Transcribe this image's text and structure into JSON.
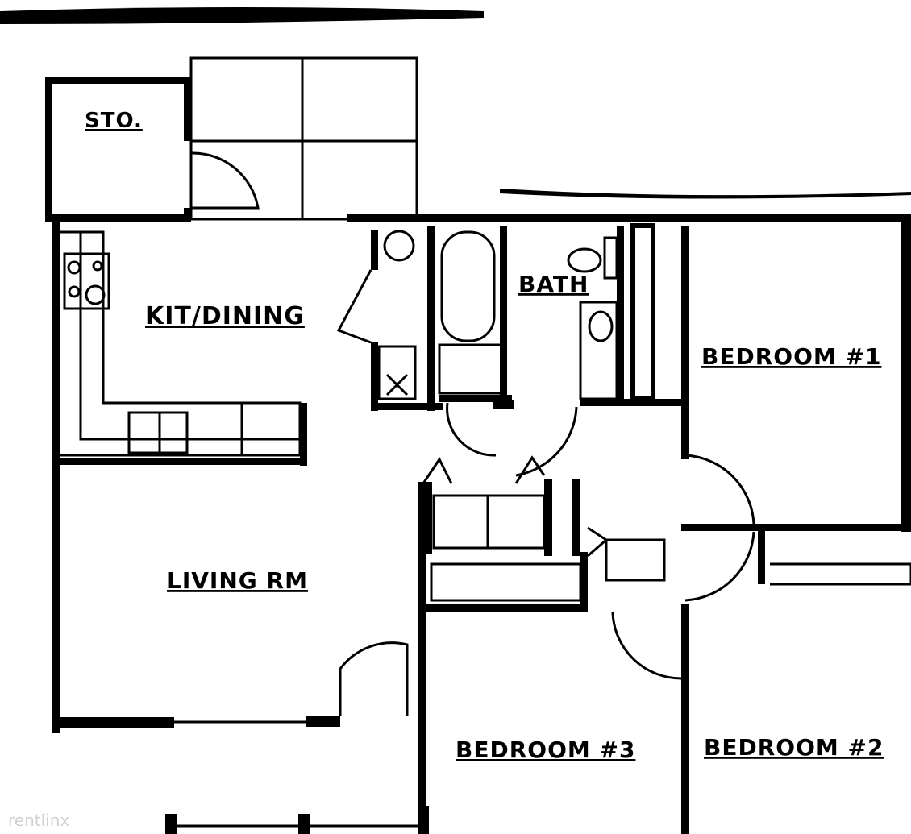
{
  "rooms": {
    "storage": "STO.",
    "kitchen": "KIT/DINING",
    "bath": "BATH",
    "bedroom1": "BEDROOM #1",
    "living": "LIVING RM",
    "bedroom3": "BEDROOM #3",
    "bedroom2": "BEDROOM #2"
  },
  "watermark": "rentlinx",
  "colors": {
    "wall": "#000000",
    "background": "#ffffff"
  }
}
